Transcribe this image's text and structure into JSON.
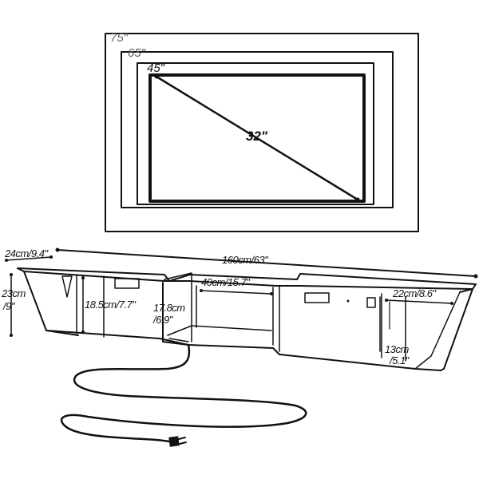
{
  "tv_sizes": {
    "size_75": "75\"",
    "size_65": "65\"",
    "size_45": "45\"",
    "size_32": "32\""
  },
  "cabinet_dimensions": {
    "depth": "24cm/9.4\"",
    "length": "160cm/63\"",
    "height_line1": "23cm",
    "height_line2": "/9\"",
    "side_compartment": "18.5cm/7.7\"",
    "center_height_line1": "17.8cm",
    "center_height_line2": "/6.9\"",
    "center_width": "40cm/15.7\"",
    "right_compartment": "22cm/8.6\"",
    "small_height_line1": "13cm",
    "small_height_line2": "/5.1\""
  },
  "colors": {
    "line": "#111111",
    "background": "#ffffff"
  },
  "icons": [
    "tv-outline",
    "tv-stand-cabinet",
    "power-cord-plug"
  ]
}
